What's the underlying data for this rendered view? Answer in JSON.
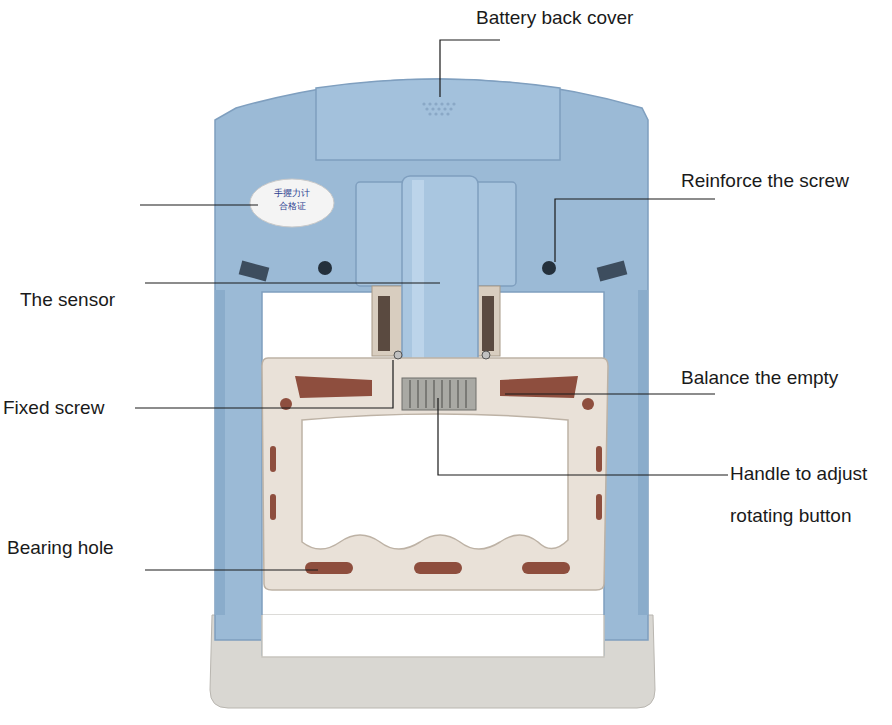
{
  "diagram": {
    "labels": [
      "Battery back cover",
      "Reinforce the screw",
      "The sensor",
      "Fixed screw",
      "Balance the empty",
      "Handle to adjust rotating button",
      "Bearing hole",
      "手握力计",
      "合格证"
    ]
  }
}
